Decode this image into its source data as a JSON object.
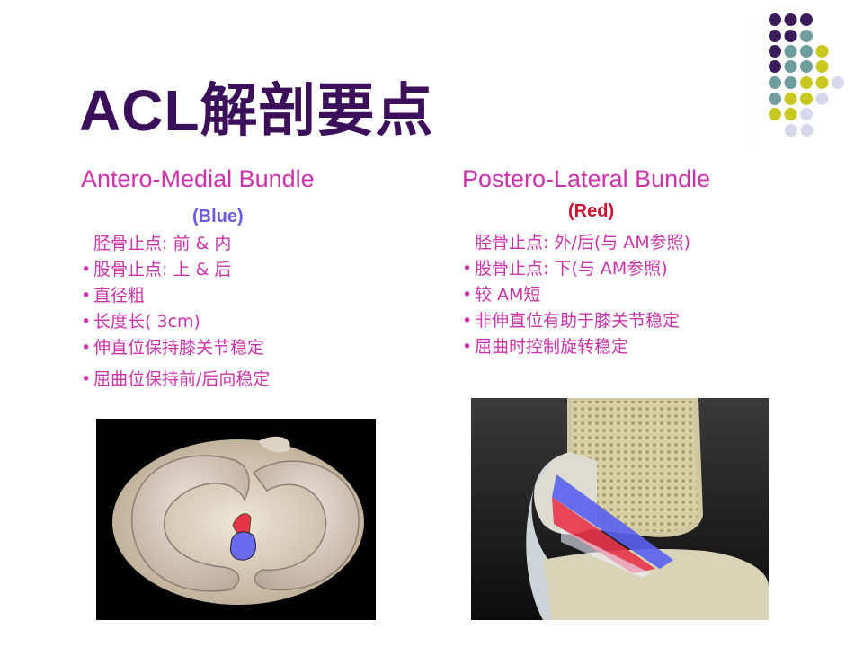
{
  "slide": {
    "title": "ACL解剖要点"
  },
  "colors": {
    "title": "#3b0f5a",
    "text": "#cc33aa",
    "blue_label": "#6a5adf",
    "red_label": "#cc1133",
    "dot_purple": "#3b1b5a",
    "dot_teal": "#6f9c9c",
    "dot_yellow": "#c8c81e",
    "dot_lavender": "#d8d8ec"
  },
  "left": {
    "heading": "Antero-Medial Bundle",
    "sub": "(Blue)",
    "items": [
      {
        "bullet": false,
        "text": "胫骨止点: 前 & 内"
      },
      {
        "bullet": true,
        "text": "股骨止点: 上 & 后"
      },
      {
        "bullet": true,
        "text": "直径粗"
      },
      {
        "bullet": true,
        "text": "长度长( 3cm)"
      },
      {
        "bullet": true,
        "text": "伸直位保持膝关节稳定"
      },
      {
        "bullet": true,
        "text": "屈曲位保持前/后向稳定"
      }
    ],
    "image_icon": "tibial-plateau-illustration"
  },
  "right": {
    "heading": "Postero-Lateral Bundle",
    "sub": "(Red)",
    "items": [
      {
        "bullet": false,
        "text": "胫骨止点: 外/后(与 AM参照)"
      },
      {
        "bullet": true,
        "text": "股骨止点: 下(与 AM参照)"
      },
      {
        "bullet": true,
        "text": "较 AM短"
      },
      {
        "bullet": true,
        "text": "非伸直位有助于膝关节稳定"
      },
      {
        "bullet": true,
        "text": "屈曲时控制旋转稳定"
      }
    ],
    "image_icon": "knee-sagittal-illustration"
  }
}
